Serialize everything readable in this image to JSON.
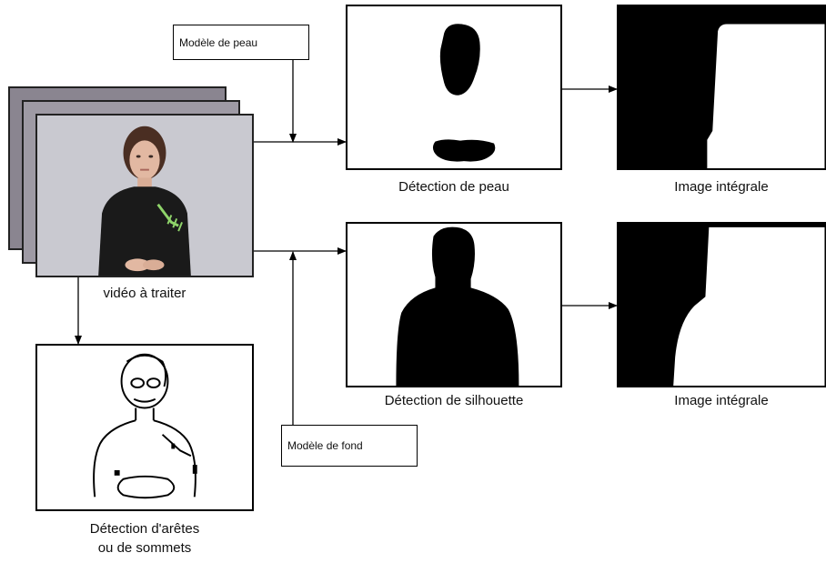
{
  "inputs": {
    "video_label": "vidéo à traiter"
  },
  "models": {
    "skin_model": "Modèle de peau",
    "background_model": "Modèle de fond"
  },
  "outputs": {
    "skin_detection": "Détection de peau",
    "silhouette_detection": "Détection de silhouette",
    "integral_image_top": "Image intégrale",
    "integral_image_bottom": "Image intégrale",
    "edge_detection_line1": "Détection d'arêtes",
    "edge_detection_line2": "ou de sommets"
  },
  "colors": {
    "video_background": "#c8c8cf",
    "video_back_frame": "#8a8590",
    "clothing": "#1a1a1a",
    "accent_green": "#8fd46a",
    "skin": "#e2b8a2",
    "hair": "#4a2e22"
  }
}
